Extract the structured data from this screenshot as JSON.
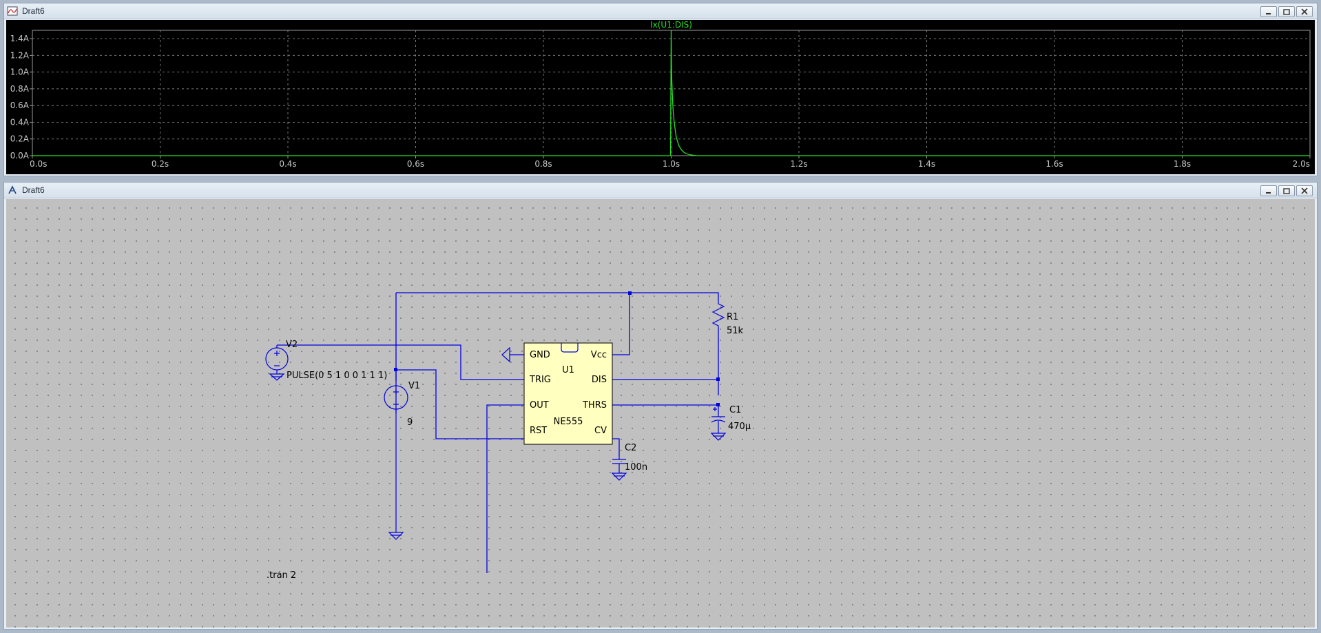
{
  "windows": {
    "waveform": {
      "title": "Draft6"
    },
    "schematic": {
      "title": "Draft6"
    }
  },
  "chart_data": {
    "type": "line",
    "trace_name": "Ix(U1:DIS)",
    "x_ticks": [
      "0.0s",
      "0.2s",
      "0.4s",
      "0.6s",
      "0.8s",
      "1.0s",
      "1.2s",
      "1.4s",
      "1.6s",
      "1.8s",
      "2.0s"
    ],
    "y_ticks": [
      "0.0A",
      "0.2A",
      "0.4A",
      "0.6A",
      "0.8A",
      "1.0A",
      "1.2A",
      "1.4A"
    ],
    "xlim": [
      0,
      2.0
    ],
    "ylim": [
      0,
      1.5
    ],
    "grid": true,
    "trace_color": "#24e024",
    "series": [
      {
        "x": [
          0,
          0.999,
          1.0,
          1.0005,
          1.001,
          1.002,
          1.003,
          1.005,
          1.008,
          1.012,
          1.016,
          1.02,
          1.025,
          1.03,
          1.04,
          2.0
        ],
        "y": [
          0,
          0,
          1.5,
          1.08,
          0.9,
          0.7,
          0.55,
          0.38,
          0.22,
          0.12,
          0.07,
          0.04,
          0.02,
          0.01,
          0.0,
          0.0
        ]
      }
    ]
  },
  "schematic": {
    "u1": {
      "name": "U1",
      "model": "NE555",
      "pins": {
        "gnd": "GND",
        "trig": "TRIG",
        "out": "OUT",
        "rst": "RST",
        "vcc": "Vcc",
        "dis": "DIS",
        "thrs": "THRS",
        "cv": "CV"
      }
    },
    "v2": {
      "name": "V2",
      "value": "PULSE(0 5 1 0 0 1 1 1)"
    },
    "v1": {
      "name": "V1",
      "value": "9"
    },
    "r1": {
      "name": "R1",
      "value": "51k"
    },
    "c1": {
      "name": "C1",
      "value": "470µ"
    },
    "c2": {
      "name": "C2",
      "value": "100n"
    },
    "directive": ".tran 2",
    "wire_color": "#0000e0",
    "ic_fill": "#ffffc0"
  }
}
